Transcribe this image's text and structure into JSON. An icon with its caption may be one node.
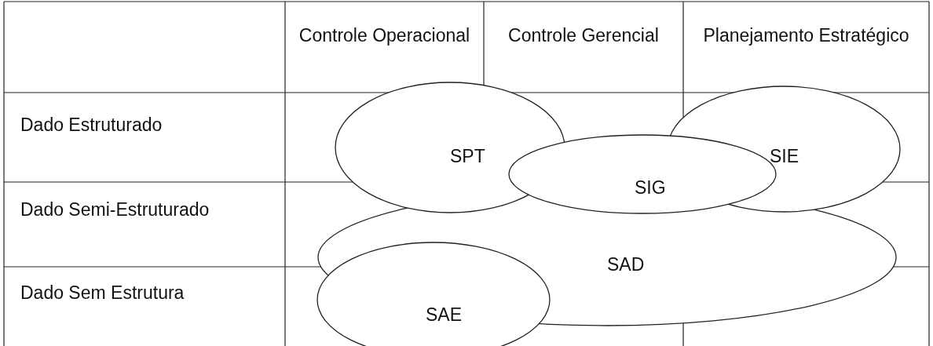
{
  "diagram": {
    "nodes": [
      {
        "text": [
          "SPT"
        ]
      },
      {
        "text": [
          "SIG"
        ]
      },
      {
        "text": [
          "SIE"
        ]
      },
      {
        "text": [
          "SAD"
        ]
      },
      {
        "text": [
          "SAE"
        ]
      }
    ],
    "labels": [
      "Controle Operacional",
      "Controle Gerencial",
      "Planejamento Estratégico",
      "Dado Estruturado",
      "Dado Semi-Estruturado",
      "Dado Sem Estrutura"
    ]
  }
}
